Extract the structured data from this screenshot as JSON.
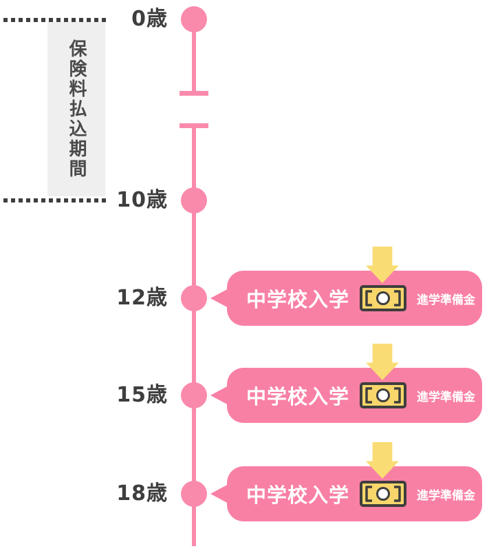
{
  "palette": {
    "pink": "#F980A5",
    "timeline-pink": "#FA8AAC",
    "arrow-yellow": "#FADC74",
    "note-yellow": "#F8D66B",
    "ink": "#3E3E3E",
    "box-bg": "#EFEFEF",
    "box-ink": "#4A4A4A",
    "text-on-pink": "#FFFFFF"
  },
  "payment_period": {
    "label": "保険料払込期間"
  },
  "timeline": {
    "milestones": [
      {
        "age": "0歳"
      },
      {
        "age": "10歳"
      },
      {
        "age": "12歳",
        "event": {
          "title": "中学校入学",
          "benefit": "進学準備金"
        }
      },
      {
        "age": "15歳",
        "event": {
          "title": "中学校入学",
          "benefit": "進学準備金"
        }
      },
      {
        "age": "18歳",
        "event": {
          "title": "中学校入学",
          "benefit": "進学準備金"
        }
      }
    ]
  }
}
